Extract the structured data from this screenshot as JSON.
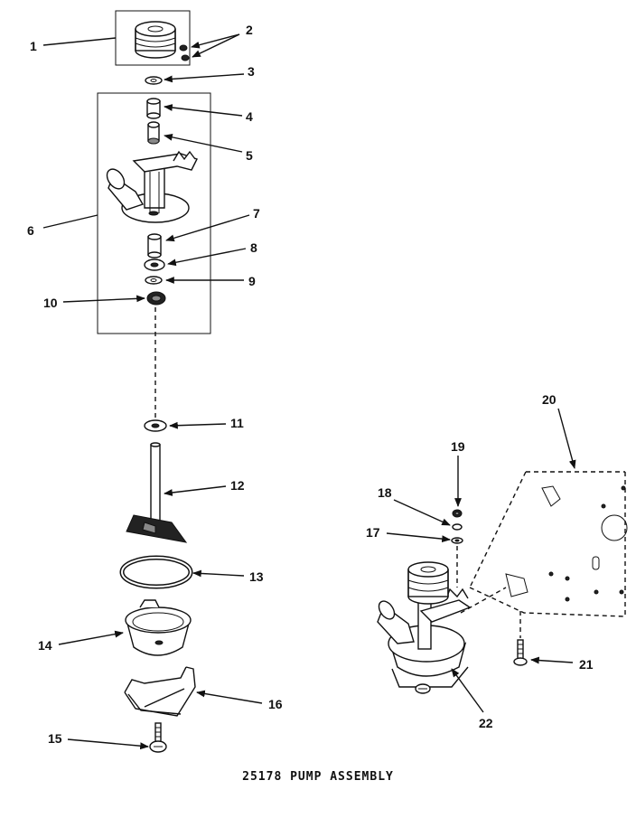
{
  "diagram": {
    "caption": "25178 PUMP ASSEMBLY",
    "callouts": [
      "1",
      "2",
      "3",
      "4",
      "5",
      "6",
      "7",
      "8",
      "9",
      "10",
      "11",
      "12",
      "13",
      "14",
      "15",
      "16",
      "17",
      "18",
      "19",
      "20",
      "21",
      "22"
    ]
  }
}
